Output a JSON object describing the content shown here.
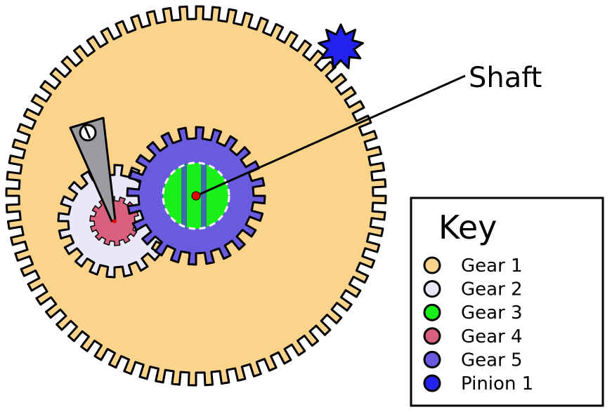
{
  "callout": {
    "label": "Shaft"
  },
  "key": {
    "title": "Key",
    "items": [
      {
        "label": "Gear 1",
        "color": "#FBD38B"
      },
      {
        "label": "Gear 2",
        "color": "#E8E8F8"
      },
      {
        "label": "Gear 3",
        "color": "#19F019"
      },
      {
        "label": "Gear 4",
        "color": "#D8607C"
      },
      {
        "label": "Gear 5",
        "color": "#6A5AE0"
      },
      {
        "label": "Pinion 1",
        "color": "#2121F0"
      }
    ]
  },
  "colors": {
    "outline": "#000000",
    "shaft": "#E00000",
    "gear3_stripe": "#3C6FA8",
    "lever": "#9C9CA0"
  }
}
